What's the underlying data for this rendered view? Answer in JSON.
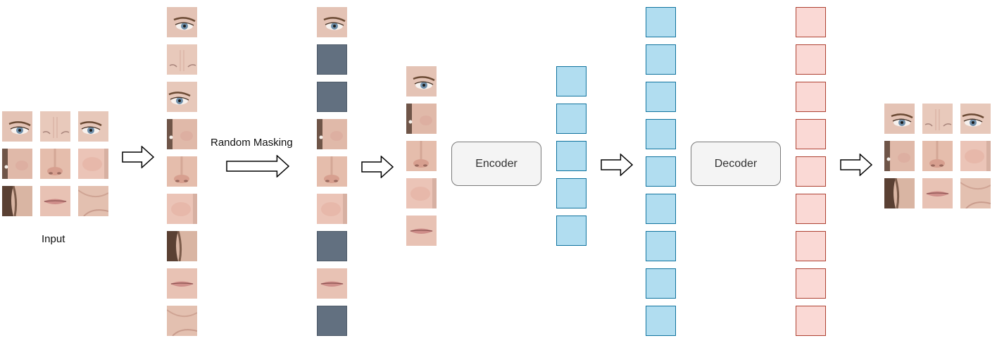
{
  "labels": {
    "input": "Input",
    "random_masking": "Random Masking",
    "encoder": "Encoder",
    "decoder": "Decoder"
  },
  "patch_types": [
    "eye-left",
    "forehead-mid",
    "eye-right",
    "cheek-left",
    "nose",
    "cheek-right",
    "hair-jaw",
    "mouth",
    "chin"
  ],
  "masked_sequence": [
    false,
    true,
    true,
    false,
    false,
    false,
    true,
    false,
    true
  ],
  "visible_count": 5,
  "encoded_tokens": 5,
  "full_tokens": 9,
  "decoded_tokens": 9,
  "colors": {
    "mask": "#627080",
    "token_fill": "#b1ddf0",
    "token_border": "#10739e",
    "decoded_fill": "#fad9d5",
    "decoded_border": "#ae4132",
    "box_fill": "#f4f4f4",
    "box_border": "#7a7a7a"
  }
}
